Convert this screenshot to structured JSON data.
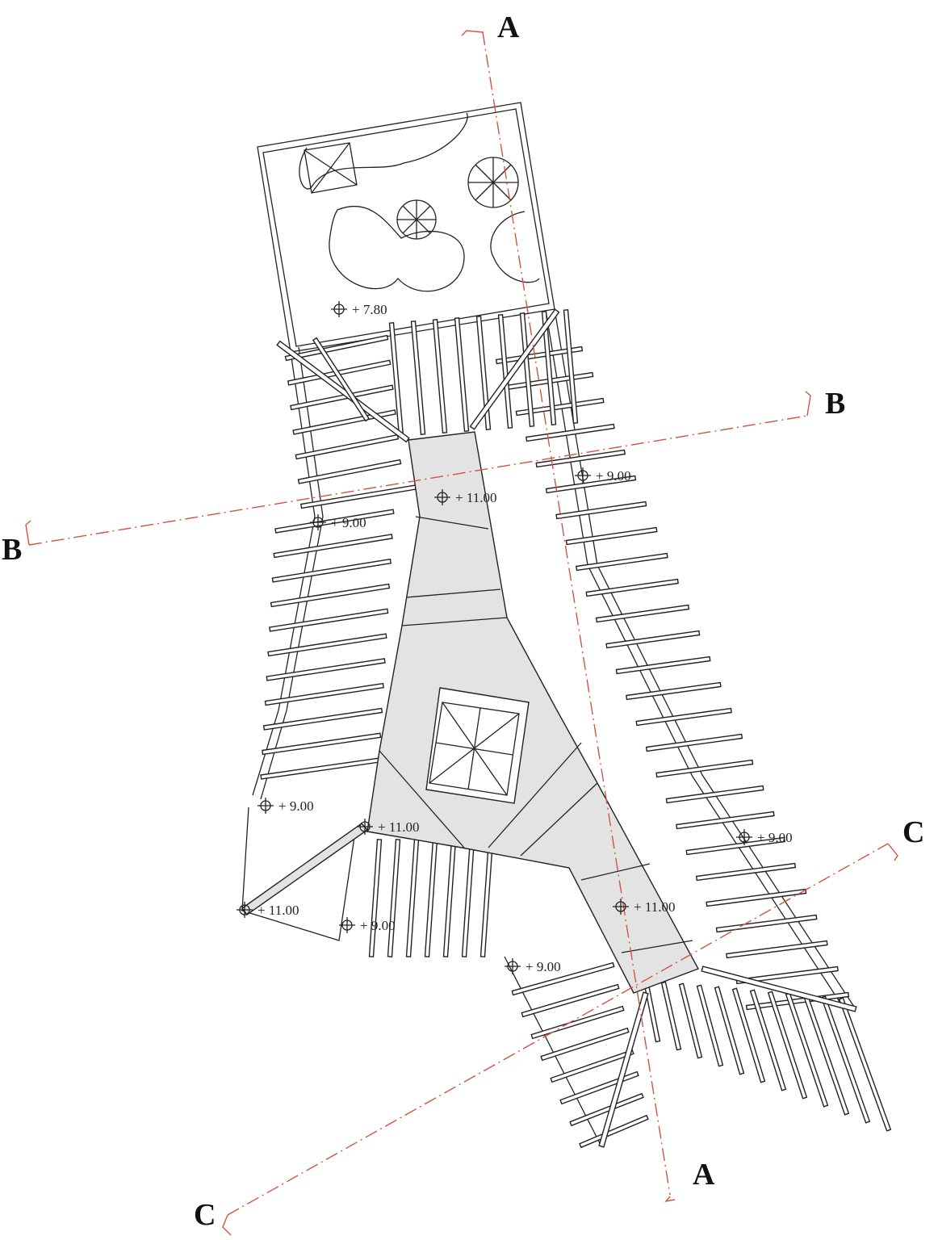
{
  "drawing": {
    "sections": [
      {
        "id": "A",
        "labels": [
          "A",
          "A"
        ]
      },
      {
        "id": "B",
        "labels": [
          "B",
          "B"
        ]
      },
      {
        "id": "C",
        "labels": [
          "C",
          "C"
        ]
      }
    ],
    "levels": [
      "+ 7.80",
      "+ 11.00",
      "+ 9.00",
      "+ 9.00",
      "+ 9.00",
      "+ 11.00",
      "+ 9.00",
      "+ 11.00",
      "+ 9.00",
      "+ 11.00",
      "+ 9.00"
    ]
  }
}
